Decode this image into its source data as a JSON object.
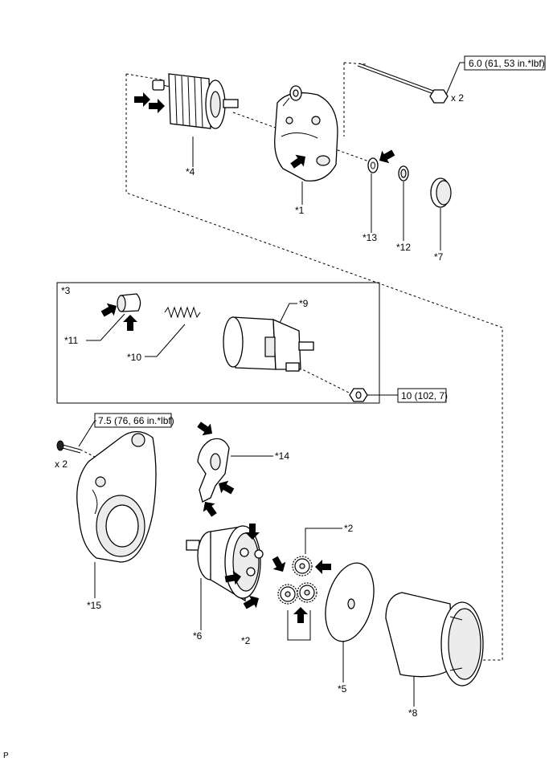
{
  "labels": {
    "p1": "*1",
    "p2": "*2",
    "p3": "*3",
    "p4": "*4",
    "p5": "*5",
    "p6": "*6",
    "p7": "*7",
    "p8": "*8",
    "p9": "*9",
    "p10": "*10",
    "p11": "*11",
    "p12": "*12",
    "p13": "*13",
    "p14": "*14",
    "p15": "*15"
  },
  "torque": {
    "through_bolt": "6.0 (61, 53 in.*lbf)",
    "terminal_nut": "10 (102, 7)",
    "housing_bolt": "7.5 (76, 66 in.*lbf)"
  },
  "quantity": {
    "through_bolt": "x 2",
    "housing_bolt": "x 2"
  },
  "corner_mark": "P"
}
